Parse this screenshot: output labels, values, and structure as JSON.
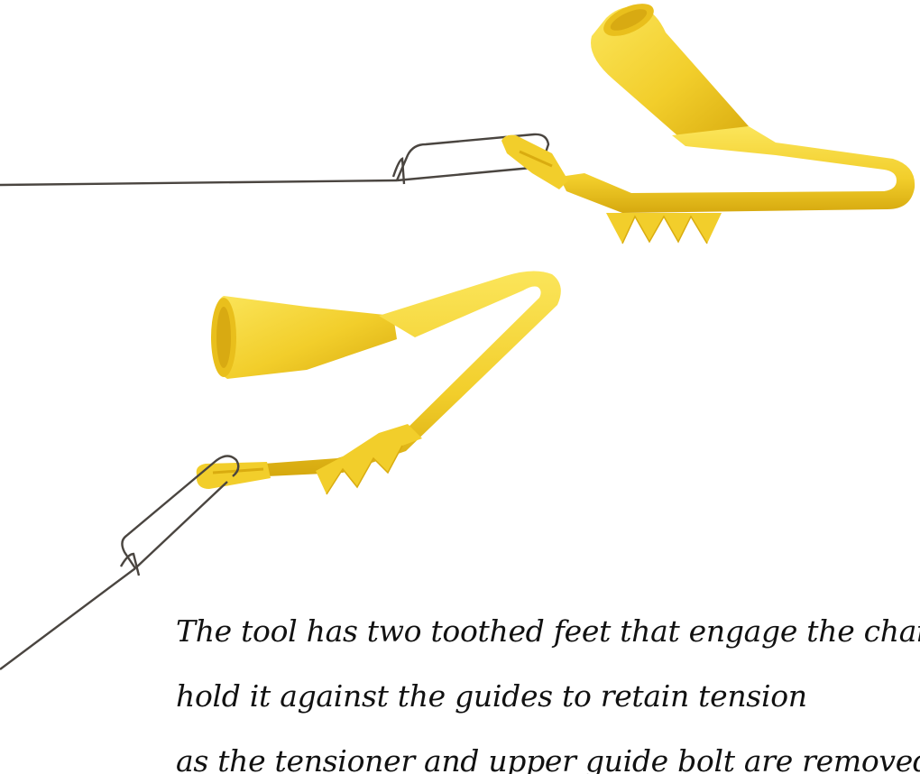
{
  "caption": {
    "line1": "The tool has two toothed feet that engage the chain and",
    "line2": "hold it against the guides to retain tension",
    "line3": "as the tensioner and upper guide bolt are removed"
  },
  "colors": {
    "tool_yellow": "#f2ce2b",
    "tool_shadow": "#d9ac10",
    "wire": "#4a4540"
  }
}
